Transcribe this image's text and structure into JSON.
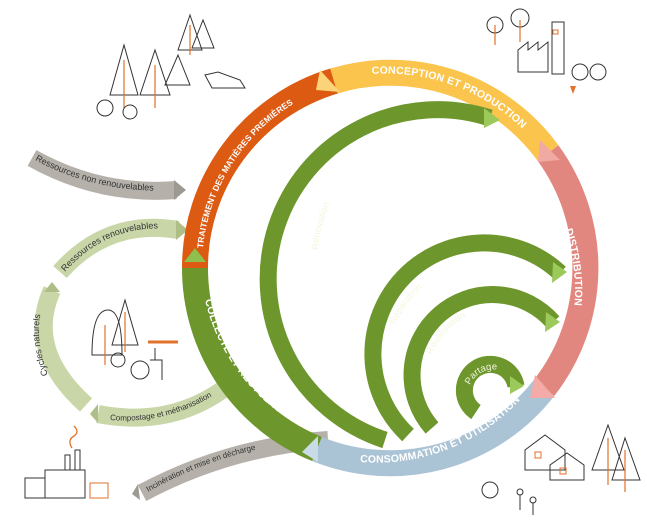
{
  "title": "Économie circulaire",
  "ring_segments": [
    {
      "label": "TRAITEMENT DES MATIÈRES PREMIÈRES",
      "color": "#dc5a12"
    },
    {
      "label": "CONCEPTION ET PRODUCTION",
      "color": "#fbc44d"
    },
    {
      "label": "DISTRIBUTION",
      "color": "#e2877f"
    },
    {
      "label": "CONSOMMATION ET UTILISATION",
      "color": "#aac3d5"
    },
    {
      "label": "COLLECTE ET RECYCLAGE",
      "color": "#6d962c"
    }
  ],
  "inner_loops": [
    {
      "label": "Rénovation"
    },
    {
      "label": "Réparation"
    },
    {
      "label": "Réutilisation"
    },
    {
      "label": "Partage"
    }
  ],
  "inner_loop_color": "#6d962c",
  "side_flows": [
    {
      "label": "Ressources non renouvelables",
      "color": "#b5b1aa"
    },
    {
      "label": "Ressources renouvelables",
      "color": "#c9d6a8"
    },
    {
      "label": "Cycles naturels",
      "color": "#c9d6a8"
    },
    {
      "label": "Compostage et méthanisation",
      "color": "#c9d6a8"
    },
    {
      "label": "Incinération et mise en décharge",
      "color": "#b5b1aa"
    }
  ]
}
